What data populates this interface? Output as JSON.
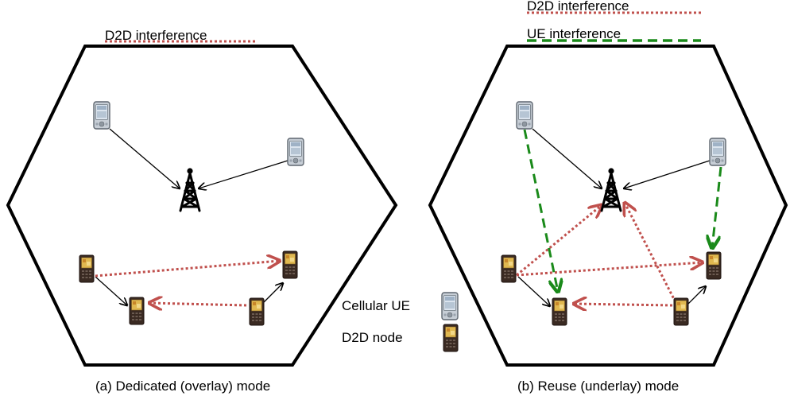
{
  "panels": {
    "a": {
      "caption": "(a) Dedicated (overlay) mode",
      "legend": {
        "d2d_interference": "D2D interference"
      }
    },
    "b": {
      "caption": "(b) Reuse (underlay) mode",
      "legend": {
        "d2d_interference": "D2D interference",
        "ue_interference": "UE interference"
      }
    }
  },
  "key": {
    "cellular_ue": "Cellular UE",
    "d2d_node": "D2D node"
  },
  "colors": {
    "hexagon": "#000000",
    "d2d_interference": "#c0504d",
    "ue_interference": "#1a8a1a",
    "link": "#000000",
    "tower": "#000000",
    "pda_body": "#c7ced6",
    "phone_body": "#3a2a22",
    "phone_screen": "#e0b850"
  }
}
